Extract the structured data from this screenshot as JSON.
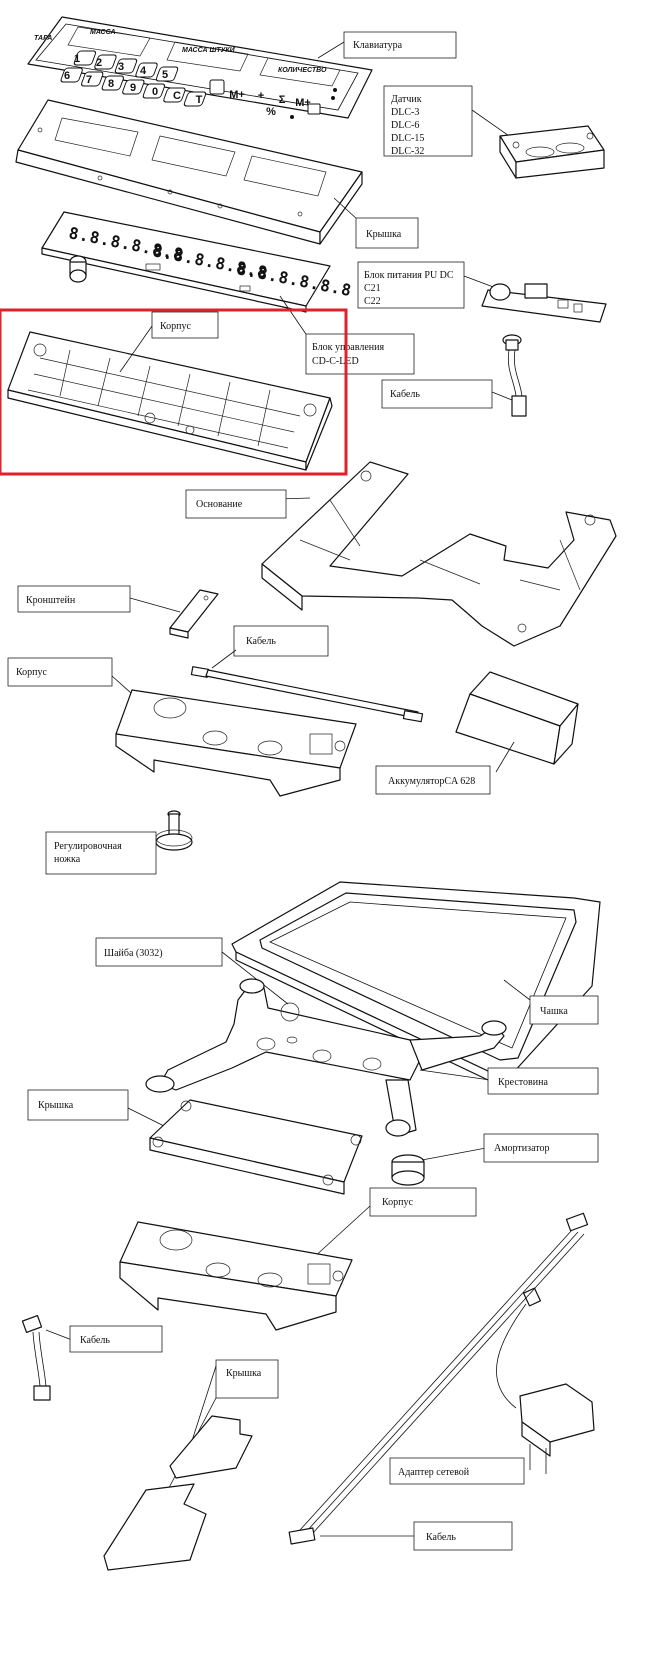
{
  "labels": {
    "keyboard": "Клавиатура",
    "sensor_title": "Датчик",
    "sensor_1": "DLC-3",
    "sensor_2": "DLC-6",
    "sensor_3": "DLC-15",
    "sensor_4": "DLC-32",
    "cover_top": "Крышка",
    "psu_title": "Блок питания PU DC",
    "psu_1": "C21",
    "psu_2": "C22",
    "housing_top": "Корпус",
    "control_unit_1": "Блок управления",
    "control_unit_2": "CD-C-LED",
    "cable_top": "Кабель",
    "base": "Основание",
    "bracket": "Кронштейн",
    "cable_mid": "Кабель",
    "housing_mid": "Корпус",
    "battery": "АккумуляторCA 628",
    "foot_1": "Регулировочная",
    "foot_2": "ножка",
    "washer": "Шайба (3032)",
    "pan": "Чашка",
    "spider": "Крестовина",
    "cover_mid": "Крышка",
    "damper": "Амортизатор",
    "housing_low": "Корпус",
    "cable_low": "Кабель",
    "cover_low": "Крышка",
    "adapter": "Адаптер сетевой",
    "cable_bottom": "Кабель"
  },
  "keyboard": {
    "mass_label": "МАССА",
    "piece_mass_label": "МАССА ШТУКИ",
    "quantity_label": "КОЛИЧЕСТВО",
    "tare_label": "ТАРА",
    "keys": [
      "1",
      "2",
      "3",
      "4",
      "5",
      "6",
      "7",
      "8",
      "9",
      "0",
      "C",
      "T"
    ],
    "ops": [
      "M+",
      "+",
      "Σ",
      "M+",
      "%"
    ],
    "display_digits": "8.8.8.8.8.8"
  }
}
